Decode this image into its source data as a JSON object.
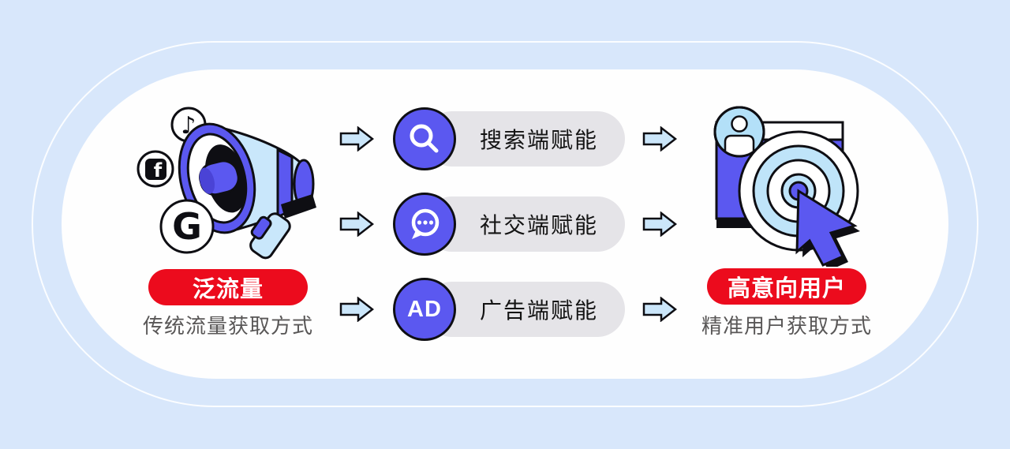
{
  "palette": {
    "background": "#d8e7fb",
    "card": "#fefefe",
    "purple": "#5b58f0",
    "light_blue": "#c9e7fb",
    "arrow_blue": "#cbe6fa",
    "pill_gray": "#e5e4e8",
    "red": "#ec0b1d",
    "ink": "#0e0e13",
    "text_gray": "#595757"
  },
  "left_group": {
    "illustration": "megaphone-with-social-icons",
    "social_icons": [
      {
        "name": "tiktok-icon",
        "glyph": "♪"
      },
      {
        "name": "facebook-icon",
        "glyph": "f"
      },
      {
        "name": "google-icon",
        "glyph": "G"
      }
    ],
    "badge": "泛流量",
    "caption": "传统流量获取方式"
  },
  "channels": [
    {
      "icon": "search-icon",
      "label": "搜索端赋能"
    },
    {
      "icon": "chat-icon",
      "label": "社交端赋能"
    },
    {
      "icon": "ad-icon",
      "icon_text": "AD",
      "label": "广告端赋能"
    }
  ],
  "right_group": {
    "illustration": "target-with-cursor-and-user",
    "badge": "高意向用户",
    "caption": "精准用户获取方式"
  }
}
